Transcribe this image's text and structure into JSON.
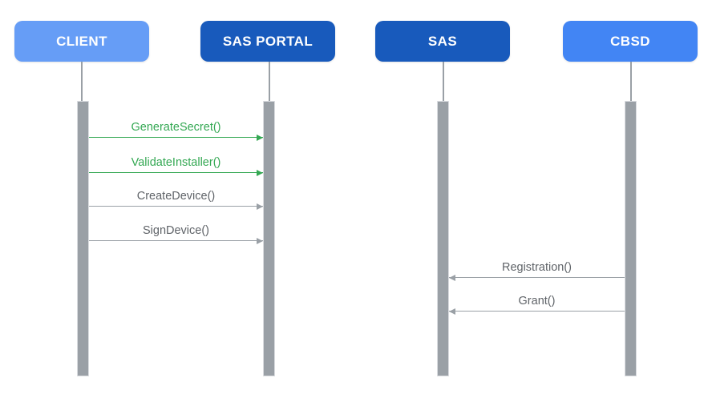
{
  "diagram": {
    "type": "sequence-diagram",
    "background_color": "#ffffff",
    "actors": [
      {
        "id": "client",
        "label": "CLIENT",
        "color": "#669df6",
        "text_color": "#ffffff"
      },
      {
        "id": "sas-portal",
        "label": "SAS PORTAL",
        "color": "#185abc",
        "text_color": "#ffffff"
      },
      {
        "id": "sas",
        "label": "SAS",
        "color": "#185abc",
        "text_color": "#ffffff"
      },
      {
        "id": "cbsd",
        "label": "CBSD",
        "color": "#4285f4",
        "text_color": "#ffffff"
      }
    ],
    "messages": [
      {
        "label": "GenerateSecret()",
        "from": "CLIENT",
        "to": "SAS PORTAL",
        "direction": "right",
        "color": "#34a853"
      },
      {
        "label": "ValidateInstaller()",
        "from": "CLIENT",
        "to": "SAS PORTAL",
        "direction": "right",
        "color": "#34a853"
      },
      {
        "label": "CreateDevice()",
        "from": "CLIENT",
        "to": "SAS PORTAL",
        "direction": "right",
        "color": "#9aa0a6"
      },
      {
        "label": "SignDevice()",
        "from": "CLIENT",
        "to": "SAS PORTAL",
        "direction": "right",
        "color": "#9aa0a6"
      },
      {
        "label": "Registration()",
        "from": "CBSD",
        "to": "SAS",
        "direction": "left",
        "color": "#9aa0a6"
      },
      {
        "label": "Grant()",
        "from": "CBSD",
        "to": "SAS",
        "direction": "left",
        "color": "#9aa0a6"
      }
    ],
    "styles": {
      "lifeline_color": "#9aa0a6",
      "activation_bar_color": "#9aa0a6",
      "gray_message_text_color": "#5f6368",
      "green_message_color": "#34a853"
    }
  }
}
